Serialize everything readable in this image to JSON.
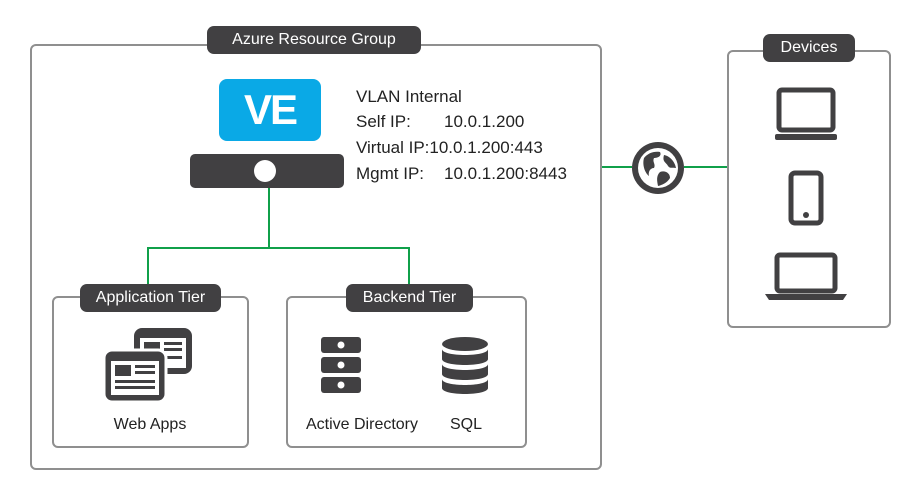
{
  "resource_group": {
    "title": "Azure Resource Group"
  },
  "devices_group": {
    "title": "Devices"
  },
  "ve": {
    "logo_text": "VE",
    "vlan": "VLAN Internal",
    "self_ip_label": "Self IP:",
    "self_ip_value": "10.0.1.200",
    "virtual_ip_label": "Virtual IP:",
    "virtual_ip_value": "10.0.1.200:443",
    "mgmt_ip_label": "Mgmt IP:",
    "mgmt_ip_value": "10.0.1.200:8443"
  },
  "application_tier": {
    "title": "Application Tier",
    "item_label": "Web Apps"
  },
  "backend_tier": {
    "title": "Backend Tier",
    "items": [
      {
        "label": "Active Directory",
        "icon": "server-icon"
      },
      {
        "label": "SQL",
        "icon": "database-icon"
      }
    ]
  },
  "icons": {
    "globe": "globe-icon",
    "monitor": "monitor-icon",
    "tablet": "tablet-icon",
    "laptop": "laptop-icon",
    "web_app": "web-app-icon"
  },
  "colors": {
    "frame": "#8f8f8f",
    "tag_bg": "#414042",
    "connector": "#10a04a",
    "ve_logo": "#0aa9e6"
  }
}
